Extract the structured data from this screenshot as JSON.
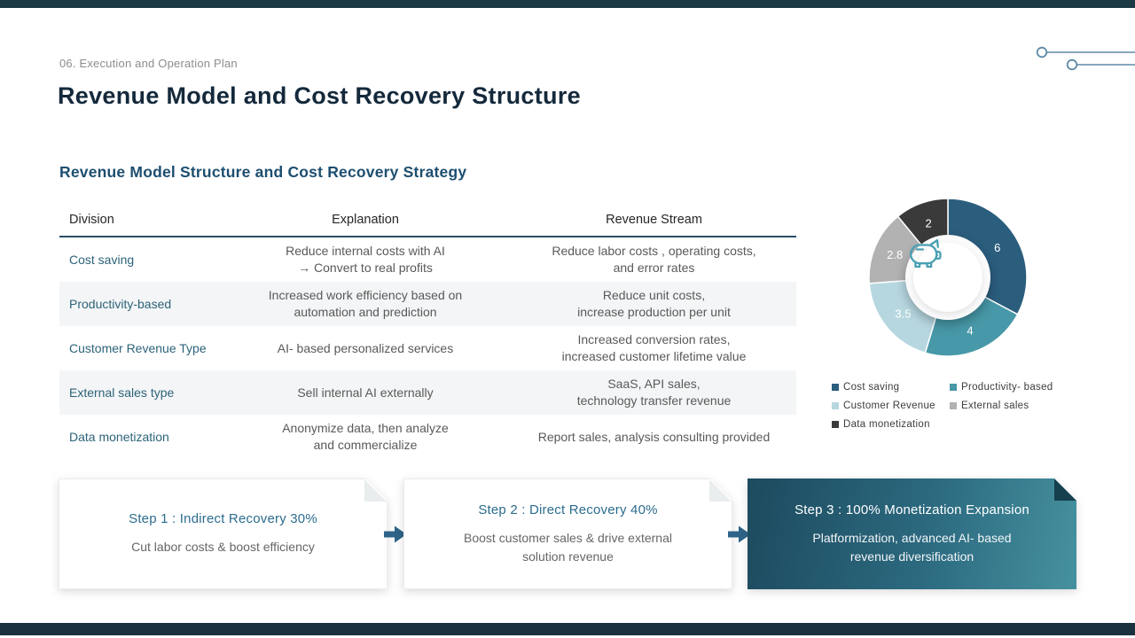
{
  "page": {
    "breadcrumb": "06. Execution and Operation Plan",
    "title": "Revenue Model and Cost Recovery Structure",
    "section_heading": "Revenue Model Structure and Cost Recovery Strategy"
  },
  "table": {
    "headers": [
      "Division",
      "Explanation",
      "Revenue Stream"
    ],
    "rows": [
      {
        "division": "Cost saving",
        "explanation": "Reduce internal costs with AI\n→ Convert to real profits",
        "revenue_stream": "Reduce labor costs , operating costs,\nand error rates"
      },
      {
        "division": "Productivity-based",
        "explanation": "Increased work efficiency based on\nautomation and prediction",
        "revenue_stream": "Reduce unit costs,\nincrease production per unit"
      },
      {
        "division": "Customer Revenue Type",
        "explanation": "AI- based personalized services",
        "revenue_stream": "Increased conversion rates,\nincreased customer lifetime value"
      },
      {
        "division": "External sales type",
        "explanation": "Sell internal AI externally",
        "revenue_stream": "SaaS, API sales,\ntechnology transfer revenue"
      },
      {
        "division": "Data monetization",
        "explanation": "Anonymize data, then analyze\nand commercialize",
        "revenue_stream": "Report sales, analysis consulting provided"
      }
    ]
  },
  "chart_data": {
    "type": "pie",
    "subtype": "donut",
    "title": "",
    "categories": [
      "Cost saving",
      "Productivity- based",
      "Customer Revenue",
      "External sales",
      "Data monetization"
    ],
    "values": [
      6,
      4,
      3.5,
      2.8,
      2
    ],
    "colors": [
      "#2b5d7d",
      "#4798a8",
      "#b7d7e0",
      "#b2b2b2",
      "#3a3a3a"
    ],
    "start_angle_deg": 0,
    "direction": "clockwise",
    "data_label_color": "#ffffff",
    "center_icon": "piggy-bank-icon",
    "legend_position": "bottom-left"
  },
  "steps": [
    {
      "title": "Step 1 : Indirect Recovery 30%",
      "description": "Cut labor costs & boost efficiency"
    },
    {
      "title": "Step 2 : Direct Recovery 40%",
      "description": "Boost customer sales & drive external\nsolution revenue"
    },
    {
      "title": "Step 3 : 100% Monetization Expansion",
      "description": "Platformization, advanced AI- based\nrevenue diversification"
    }
  ],
  "colors": {
    "top_bar": "#1b3945",
    "bottom_bar": "#1a323f",
    "title_text": "#14293b",
    "section_heading_text": "#1d4e70",
    "division_text": "#2c6379",
    "table_header_rule": "#2b4d66",
    "alt_row_bg": "#f4f5f6",
    "step_title_text": "#2c6c8e",
    "flow_arrow": "#2e6489",
    "highlight_card_gradient": [
      "#1d4a5e",
      "#46919f"
    ],
    "decoration_line": "#5f8aa6",
    "piggy_icon_stroke": "#48a0b2"
  }
}
